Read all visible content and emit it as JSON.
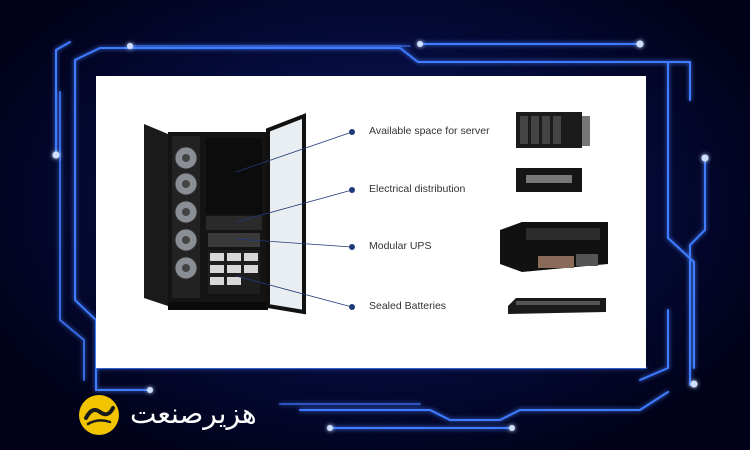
{
  "diagram": {
    "labels": [
      "Available space for server",
      "Electrical distribution",
      "Modular UPS",
      "Sealed Batteries"
    ]
  },
  "brand": {
    "name": "هزیرصنعت"
  },
  "colors": {
    "background": "#020420",
    "circuit_glow": "#2f6bff",
    "panel": "#ffffff",
    "leader_line": "#1f3a78",
    "logo_yellow": "#f2c400"
  }
}
